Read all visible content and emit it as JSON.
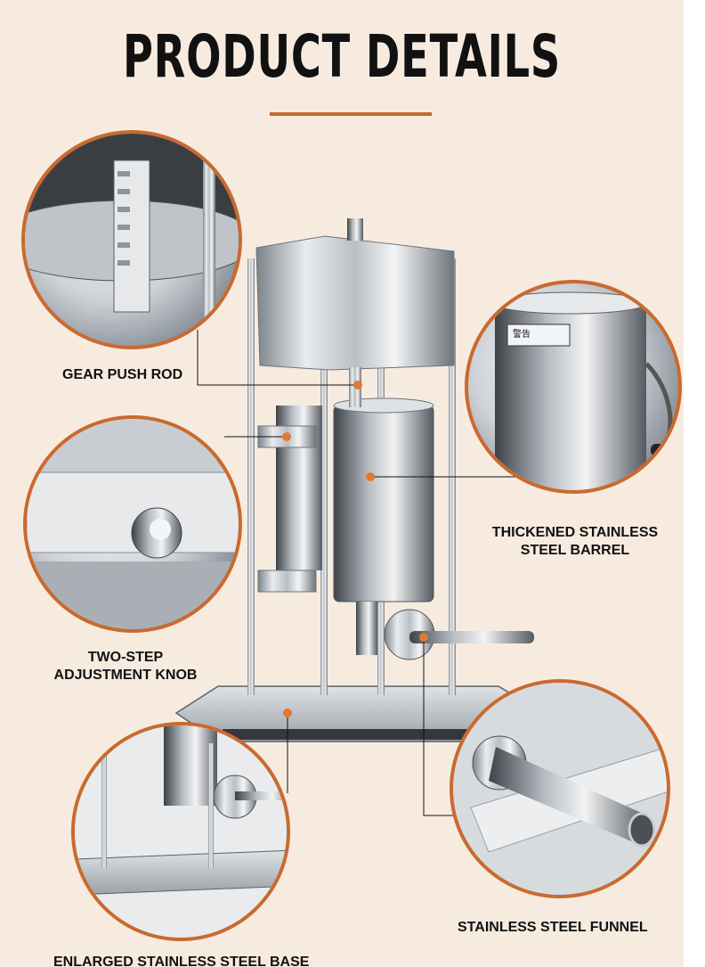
{
  "title": "PRODUCT DETAILS",
  "labels": {
    "gear_push_rod": "GEAR PUSH ROD",
    "barrel_line1": "THICKENED STAINLESS",
    "barrel_line2": "STEEL BARREL",
    "knob_line1": "TWO-STEP",
    "knob_line2": "ADJUSTMENT KNOB",
    "funnel": "STAINLESS STEEL FUNNEL",
    "base": "ENLARGED STAINLESS STEEL BASE"
  },
  "barrel_sticker": "警告",
  "colors": {
    "background": "#f7ebe0",
    "accent": "#c96a2e",
    "dot": "#e2792f",
    "text": "#111111"
  }
}
